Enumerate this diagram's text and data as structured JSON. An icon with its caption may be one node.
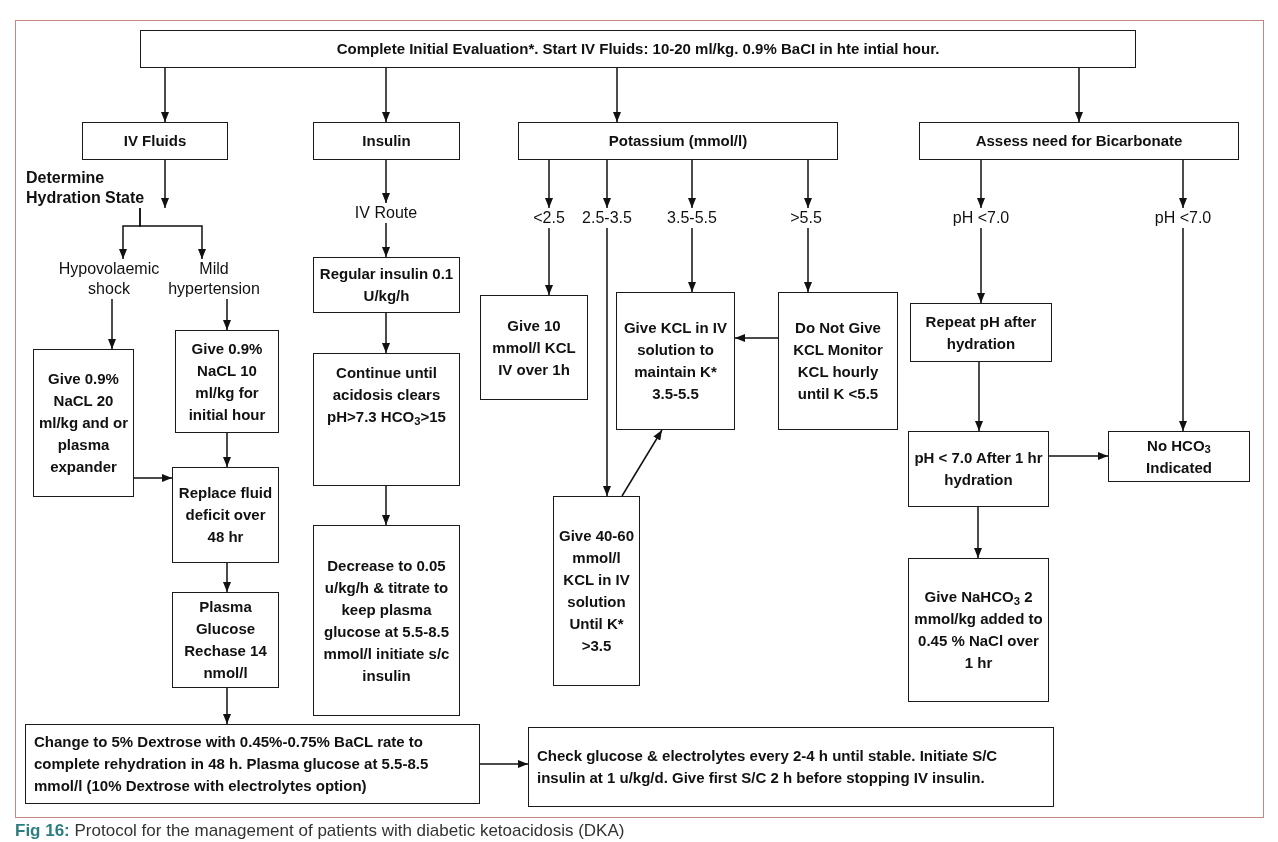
{
  "diagram": {
    "caption": "**Fig 16:** Protocol for the management of patients with diabetic ketoacidosis (DKA)",
    "nodes": [
      {
        "text": [
          "Complete Initial Evaluation*. Start IV Fluids: 10-20 ml/kg. 0.9% BaCI in hte intial hour."
        ]
      },
      {
        "text": [
          "IV Fluids"
        ]
      },
      {
        "text": [
          "Insulin"
        ]
      },
      {
        "text": [
          "Potassium (mmol/l)"
        ]
      },
      {
        "text": [
          "Assess need for Bicarbonate"
        ]
      },
      {
        "text": [
          "Determine Hydration State"
        ]
      },
      {
        "text": [
          "IV Route"
        ]
      },
      {
        "text": [
          "<2.5"
        ]
      },
      {
        "text": [
          "2.5-3.5"
        ]
      },
      {
        "text": [
          "3.5-5.5"
        ]
      },
      {
        "text": [
          ">5.5"
        ]
      },
      {
        "text": [
          "pH <7.0"
        ]
      },
      {
        "text": [
          "pH <7.0"
        ]
      },
      {
        "text": [
          "Hypovolaemic shock"
        ]
      },
      {
        "text": [
          "Mild hypertension"
        ]
      },
      {
        "text": [
          "Regular insulin 0.1 U/kg/h"
        ]
      },
      {
        "text": [
          "Give 10 mmol/l KCL IV over 1h"
        ]
      },
      {
        "text": [
          "Give KCL in IV solution to maintain K* 3.5-5.5"
        ]
      },
      {
        "text": [
          "Do Not Give KCL Monitor KCL hourly until K <5.5"
        ]
      },
      {
        "text": [
          "Repeat pH after hydration"
        ]
      },
      {
        "text": [
          "Give 0.9% NaCL 10 ml/kg for initial hour"
        ]
      },
      {
        "text": [
          "Give 0.9% NaCL 20 ml/kg and or plasma expander"
        ]
      },
      {
        "text": [
          "Continue until acidosis clears pH>7.3 HCO$_{3}$>15"
        ]
      },
      {
        "text": [
          "pH < 7.0 After 1 hr hydration"
        ]
      },
      {
        "text": [
          "No HCO$_{3}$ Indicated"
        ]
      },
      {
        "text": [
          "Replace fluid deficit over 48 hr"
        ]
      },
      {
        "text": [
          "Give 40-60 mmol/l KCL in IV solution Until K* >3.5"
        ]
      },
      {
        "text": [
          "Decrease to 0.05 u/kg/h & titrate to keep plasma glucose at 5.5-8.5 mmol/l initiate s/c insulin"
        ]
      },
      {
        "text": [
          "Give NaHCO$_{3}$ 2 mmol/kg added to 0.45 % NaCl over 1 hr"
        ]
      },
      {
        "text": [
          "Plasma Glucose Rechase 14 nmol/l"
        ]
      },
      {
        "text": [
          "Change to 5% Dextrose with 0.45%-0.75% BaCL rate to complete rehydration in 48 h. Plasma glucose at 5.5-8.5 mmol/l (10% Dextrose with electrolytes option)"
        ]
      },
      {
        "text": [
          "Check glucose & electrolytes every 2-4 h until stable. Initiate S/C insulin at 1 u/kg/d. Give first S/C 2 h before stopping IV insulin."
        ]
      }
    ],
    "edges": [
      {
        "from": 0,
        "to": 1,
        "arrow": "to"
      },
      {
        "from": 0,
        "to": 2,
        "arrow": "to"
      },
      {
        "from": 0,
        "to": 3,
        "arrow": "to"
      },
      {
        "from": 0,
        "to": 4,
        "arrow": "to"
      },
      {
        "from": 1,
        "to": 5,
        "arrow": "to"
      },
      {
        "from": 5,
        "to": 13,
        "arrow": "to"
      },
      {
        "from": 5,
        "to": 14,
        "arrow": "to"
      },
      {
        "from": 13,
        "to": 21,
        "arrow": "to"
      },
      {
        "from": 14,
        "to": 20,
        "arrow": "to"
      },
      {
        "from": 21,
        "to": 25,
        "arrow": "to"
      },
      {
        "from": 20,
        "to": 25,
        "arrow": "to"
      },
      {
        "from": 25,
        "to": 29,
        "arrow": "to"
      },
      {
        "from": 29,
        "to": 30,
        "arrow": "to"
      },
      {
        "from": 30,
        "to": 31,
        "arrow": "to"
      },
      {
        "from": 2,
        "to": 6,
        "arrow": "to"
      },
      {
        "from": 6,
        "to": 15,
        "arrow": "to"
      },
      {
        "from": 15,
        "to": 22,
        "arrow": "to"
      },
      {
        "from": 22,
        "to": 27,
        "arrow": "to"
      },
      {
        "from": 3,
        "to": 7,
        "arrow": "to"
      },
      {
        "from": 3,
        "to": 8,
        "arrow": "to"
      },
      {
        "from": 3,
        "to": 9,
        "arrow": "to"
      },
      {
        "from": 3,
        "to": 10,
        "arrow": "to"
      },
      {
        "from": 7,
        "to": 16,
        "arrow": "to"
      },
      {
        "from": 8,
        "to": 26,
        "arrow": "to"
      },
      {
        "from": 9,
        "to": 17,
        "arrow": "to"
      },
      {
        "from": 10,
        "to": 18,
        "arrow": "to"
      },
      {
        "from": 18,
        "to": 17,
        "arrow": "to"
      },
      {
        "from": 26,
        "to": 17,
        "arrow": "to"
      },
      {
        "from": 4,
        "to": 11,
        "arrow": "to"
      },
      {
        "from": 4,
        "to": 12,
        "arrow": "to"
      },
      {
        "from": 11,
        "to": 19,
        "arrow": "to"
      },
      {
        "from": 19,
        "to": 23,
        "arrow": "to"
      },
      {
        "from": 23,
        "to": 24,
        "arrow": "to"
      },
      {
        "from": 12,
        "to": 24,
        "arrow": "to"
      },
      {
        "from": 23,
        "to": 28,
        "arrow": "to"
      }
    ]
  }
}
